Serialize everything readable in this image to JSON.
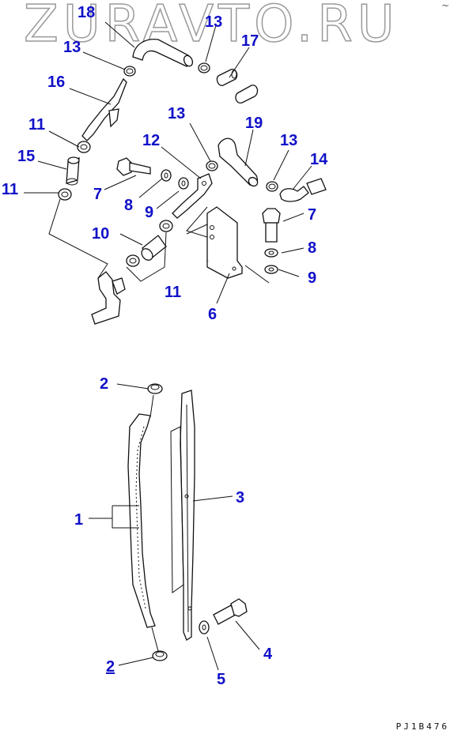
{
  "watermark": "ZURAVTO.RU",
  "corner_mark": "~",
  "drawing_code": "PJ1B476",
  "callouts": {
    "c18": "18",
    "c13a": "13",
    "c13b": "13",
    "c17": "17",
    "c16": "16",
    "c11a": "11",
    "c15": "15",
    "c11b": "11",
    "c7a": "7",
    "c8a": "8",
    "c9a": "9",
    "c12": "12",
    "c13c": "13",
    "c19": "19",
    "c13d": "13",
    "c14": "14",
    "c7b": "7",
    "c8b": "8",
    "c9b": "9",
    "c10": "10",
    "c11c": "11",
    "c6": "6",
    "c2a": "2",
    "c3": "3",
    "c1": "1",
    "c4": "4",
    "c2b": "2",
    "c5": "5"
  },
  "colors": {
    "callout": "#1010c8",
    "line": "#111111",
    "watermark_outline": "#9a9a9a"
  }
}
